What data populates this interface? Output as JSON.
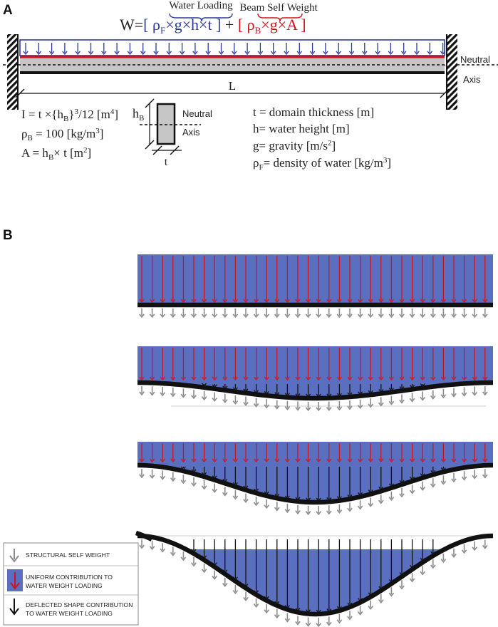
{
  "colors": {
    "blue": "#2b3a9c",
    "red": "#d0141c",
    "water": "#5b6fc0",
    "gray_beam": "#c6c6c6",
    "gray_arrow": "#8c8c8c",
    "black": "#111111"
  },
  "panel_a": {
    "label": "A",
    "water_loading_label": "Water Loading",
    "beam_self_weight_label": "Beam Self Weight",
    "equation": {
      "lhs": "W=",
      "water_term": "[ ρF×g×h×t ]",
      "plus": "+",
      "beam_term": "[ ρB×g×A ]"
    },
    "neutral_axis_label_1": "Neutral",
    "neutral_axis_label_2": "Axis",
    "length_label": "L",
    "left_formulas": [
      "I = t ×{hB}3/12 [m4]",
      "ρB = 100 [kg/m3]",
      "A = hB× t [m2]"
    ],
    "section": {
      "height_label": "hB",
      "width_label": "t",
      "neutral_label_1": "Neutral",
      "neutral_label_2": "Axis"
    },
    "right_definitions": [
      "t = domain thickness [m]",
      "h= water height [m]",
      "g= gravity [m/s2]",
      "ρF= density of water [kg/m3]"
    ]
  },
  "panel_b": {
    "label": "B",
    "deflection_levels": [
      0,
      0.22,
      0.55,
      1.0
    ],
    "legend": [
      {
        "icon": "gray-arrow-icon",
        "text_1": "STRUCTURAL SELF WEIGHT",
        "text_2": ""
      },
      {
        "icon": "red-arrow-water-icon",
        "text_1": "UNIFORM CONTRIBUTION TO",
        "text_2": "WATER WEIGHT LOADING"
      },
      {
        "icon": "black-arrow-icon",
        "text_1": "DEFLECTED SHAPE CONTRIBUTION",
        "text_2": "TO WATER WEIGHT LOADING"
      }
    ]
  }
}
